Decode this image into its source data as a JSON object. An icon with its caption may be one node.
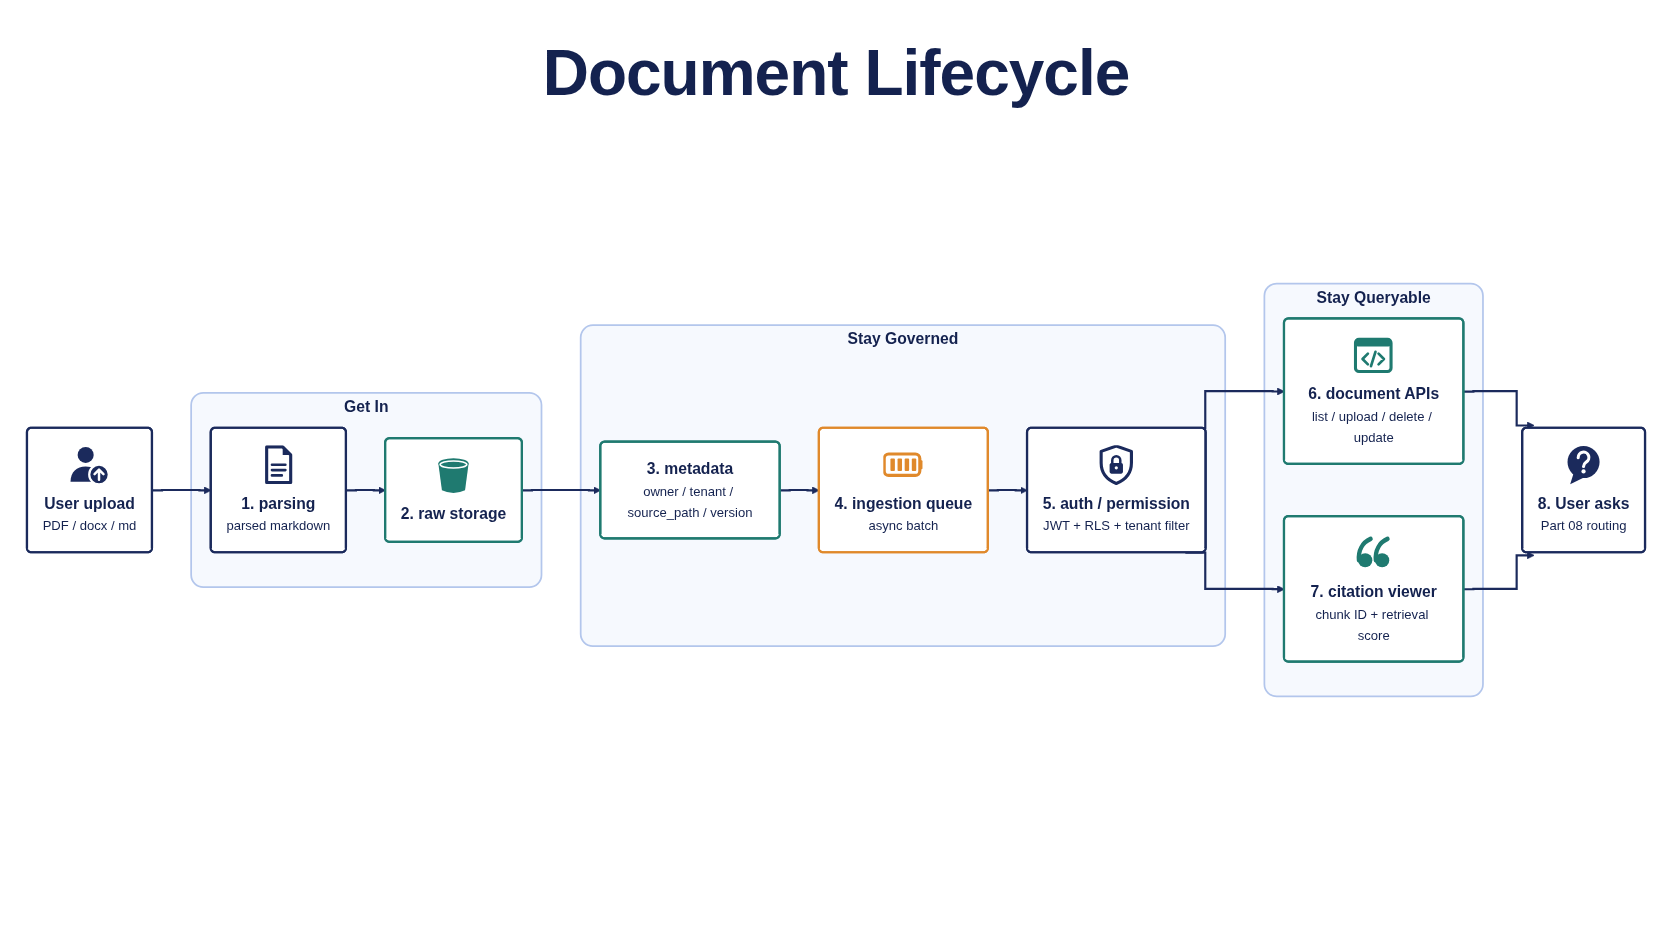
{
  "diagram": {
    "title": "Document Lifecycle",
    "nodes": [
      {
        "text": [
          "User upload",
          "PDF / docx / md"
        ]
      },
      {
        "text": [
          "Get In"
        ]
      },
      {
        "text": [
          "1. parsing",
          "parsed markdown"
        ],
        "in": 1
      },
      {
        "text": [
          "2. raw storage"
        ],
        "in": 1
      },
      {
        "text": [
          "Stay Governed"
        ]
      },
      {
        "text": [
          "3. metadata",
          "owner / tenant / source_path / version"
        ],
        "in": 4
      },
      {
        "text": [
          "4. ingestion queue",
          "async batch"
        ],
        "in": 4
      },
      {
        "text": [
          "5. auth / permission",
          "JWT + RLS + tenant filter"
        ],
        "in": 4
      },
      {
        "text": [
          "Stay Queryable"
        ]
      },
      {
        "text": [
          "6. document APIs",
          "list / upload / delete / update"
        ],
        "in": 8
      },
      {
        "text": [
          "7. citation viewer",
          "chunk ID + retrieval score"
        ],
        "in": 8
      },
      {
        "text": [
          "8. User asks",
          "Part 08 routing"
        ]
      }
    ],
    "edges": [
      {
        "from": 0,
        "to": 2,
        "arrow": "to"
      },
      {
        "from": 2,
        "to": 3,
        "arrow": "to"
      },
      {
        "from": 3,
        "to": 5,
        "arrow": "to"
      },
      {
        "from": 5,
        "to": 6,
        "arrow": "to"
      },
      {
        "from": 6,
        "to": 7,
        "arrow": "to"
      },
      {
        "from": 7,
        "to": 9,
        "arrow": "to"
      },
      {
        "from": 7,
        "to": 10,
        "arrow": "to"
      },
      {
        "from": 9,
        "to": 11,
        "arrow": "to"
      },
      {
        "from": 10,
        "to": 11,
        "arrow": "to"
      }
    ]
  }
}
